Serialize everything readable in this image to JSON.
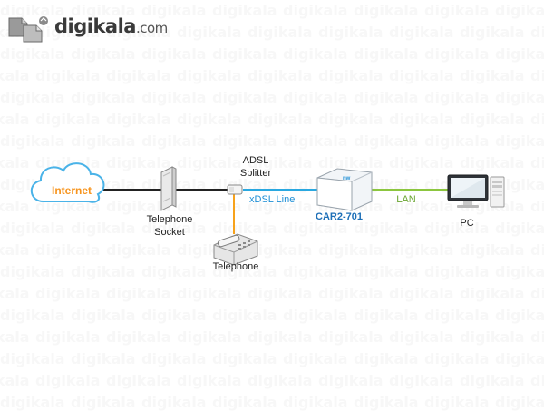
{
  "brand": {
    "name": "digikala",
    "suffix": ".com",
    "watermark": "digikala"
  },
  "diagram": {
    "internet": "Internet",
    "socket_line1": "Telephone",
    "socket_line2": "Socket",
    "splitter_line1": "ADSL",
    "splitter_line2": "Splitter",
    "phone": "Telephone",
    "xdsl": "xDSL Line",
    "modem": "CAR2-701",
    "lan": "LAN",
    "pc": "PC"
  },
  "colors": {
    "cloud": "#4ab3e8",
    "internet_text": "#f7941d",
    "telephone_line": "#222222",
    "phone_cable": "#f7a21b",
    "xdsl_line": "#2aa8e0",
    "xdsl_text": "#1e8fd6",
    "lan_line": "#8cc63f",
    "lan_text": "#6aa531",
    "modem_text": "#1d6fb7"
  }
}
